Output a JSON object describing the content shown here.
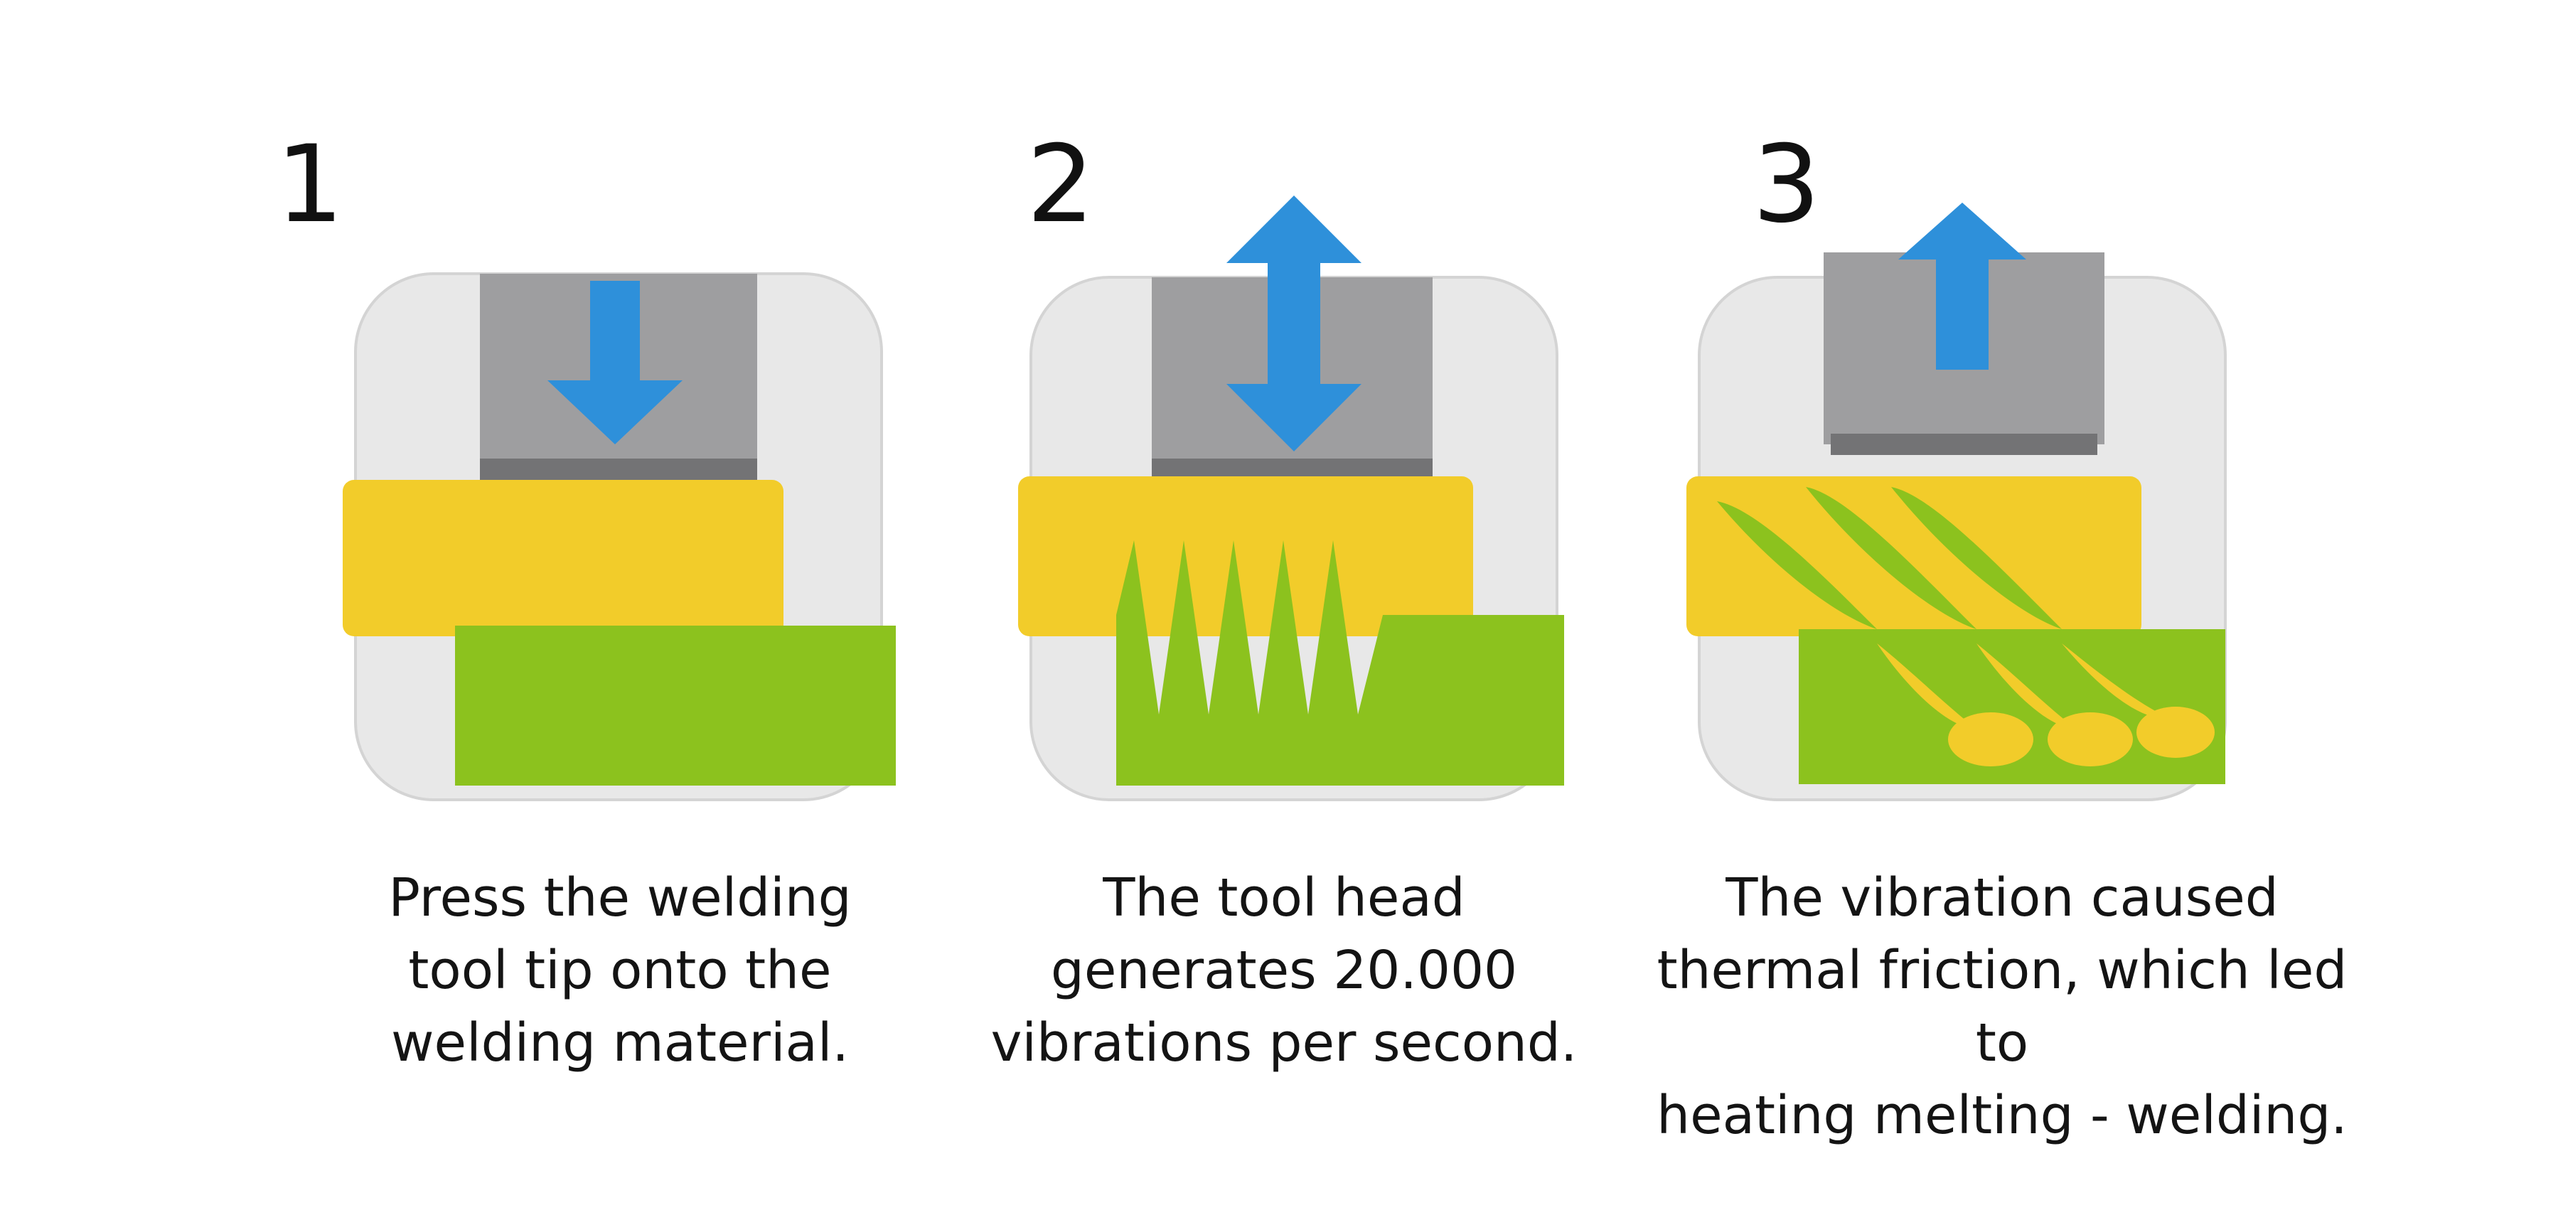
{
  "steps": [
    {
      "number": "1",
      "caption": "Press the welding\ntool tip onto the\nwelding material."
    },
    {
      "number": "2",
      "caption": "The tool head\ngenerates 20.000\nvibrations per second."
    },
    {
      "number": "3",
      "caption": "The vibration caused\nthermal friction, which led to\nheating  melting - welding."
    }
  ],
  "colors": {
    "background_tile": "#e8e8e8",
    "tool_head": "#9e9ea0",
    "tool_tip": "#737375",
    "arrow": "#2e90da",
    "upper_material": "#f2cc2a",
    "lower_material": "#8cc21e"
  }
}
